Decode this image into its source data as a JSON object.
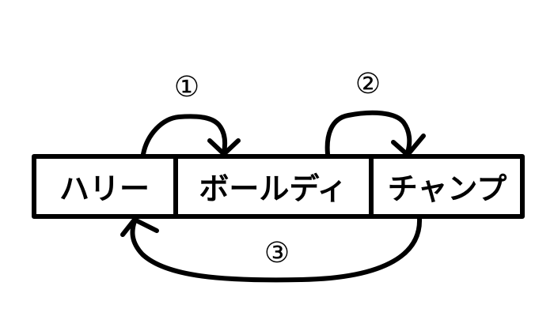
{
  "cells": [
    {
      "label": "ハリー"
    },
    {
      "label": "ボールディ"
    },
    {
      "label": "チャンプ"
    }
  ],
  "steps": [
    {
      "label": "①",
      "from": "ハリー",
      "to": "ボールディ"
    },
    {
      "label": "②",
      "from": "ボールディ",
      "to": "チャンプ"
    },
    {
      "label": "③",
      "from": "チャンプ",
      "to": "ハリー"
    }
  ]
}
